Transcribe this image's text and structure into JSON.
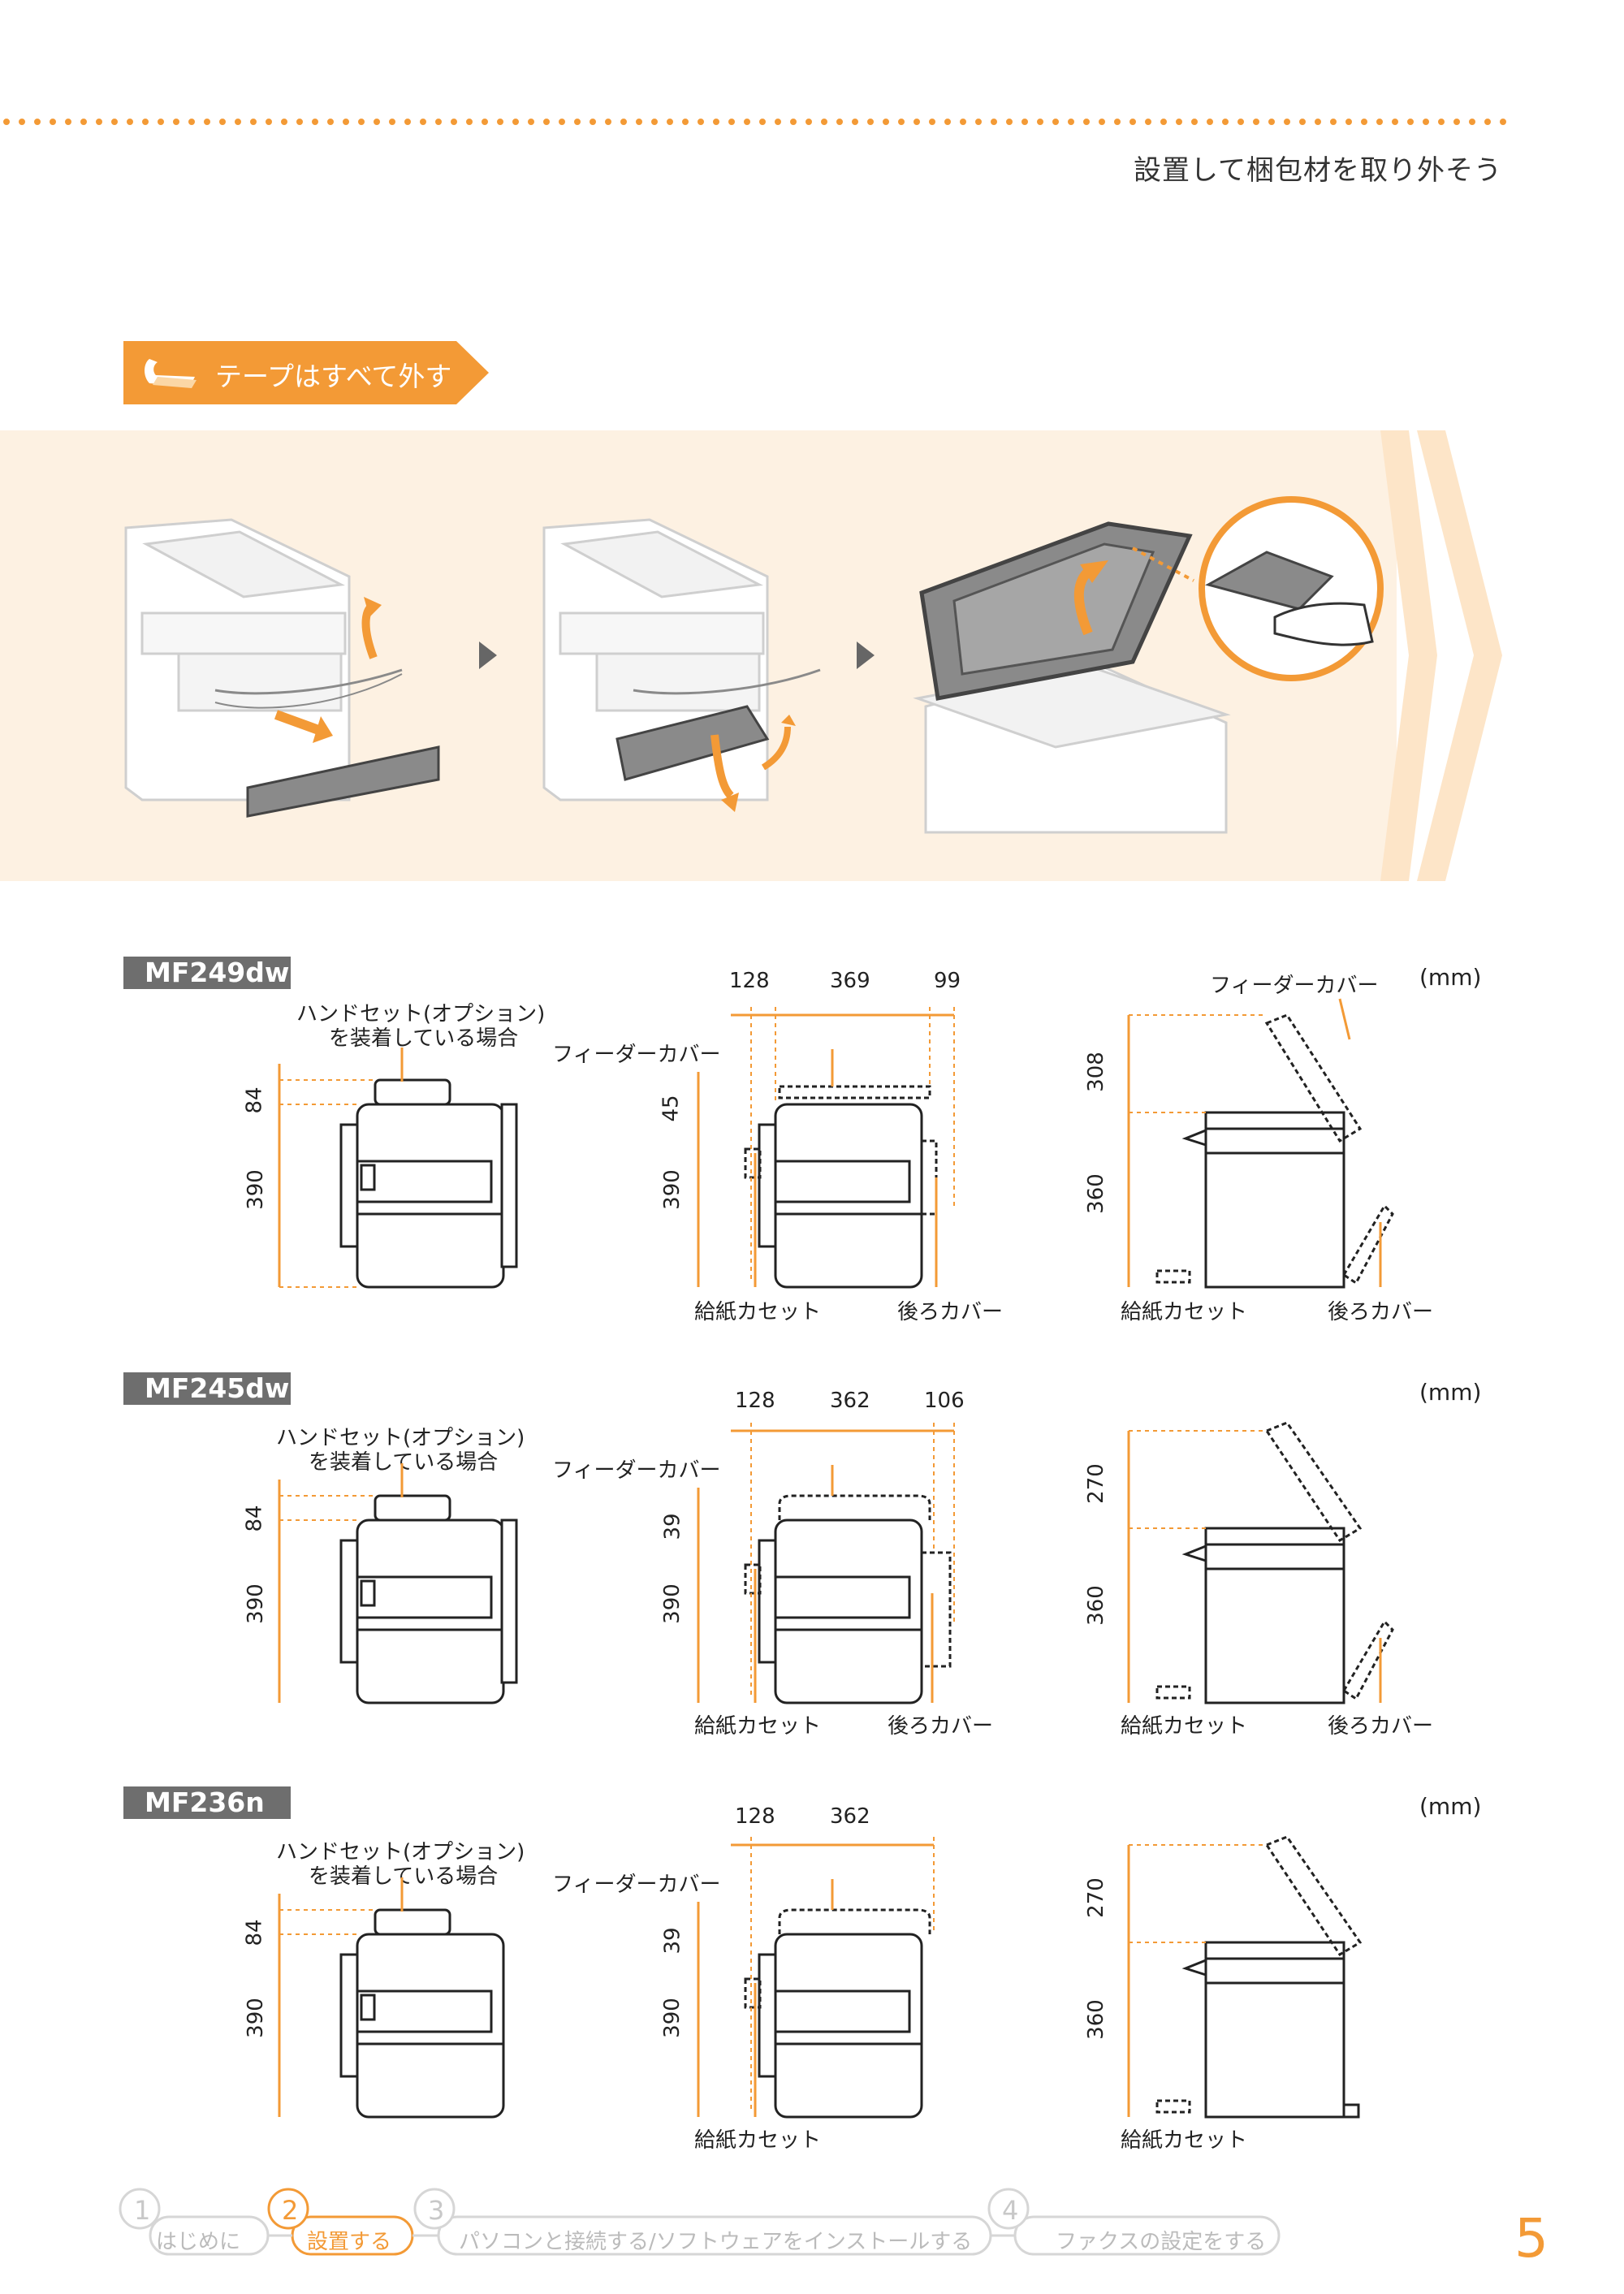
{
  "header": {
    "title": "設置して梱包材を取り外そう"
  },
  "tape_section": {
    "label": "テープはすべて外す"
  },
  "units": "(mm)",
  "models": [
    {
      "name": "MF249dw",
      "handset_label_1": "ハンドセット(オプション)",
      "handset_label_2": "を装着している場合",
      "front": {
        "top": "84",
        "body": "390"
      },
      "top_view": {
        "w1": "128",
        "w2": "369",
        "w3": "99",
        "feeder": "45",
        "body": "390",
        "feeder_cover": "フィーダーカバー",
        "cassette": "給紙カセット",
        "rear_cover": "後ろカバー"
      },
      "side": {
        "top": "308",
        "body": "360",
        "feeder_cover": "フィーダーカバー",
        "cassette": "給紙カセット",
        "rear_cover": "後ろカバー"
      }
    },
    {
      "name": "MF245dw",
      "handset_label_1": "ハンドセット(オプション)",
      "handset_label_2": "を装着している場合",
      "front": {
        "top": "84",
        "body": "390"
      },
      "top_view": {
        "w1": "128",
        "w2": "362",
        "w3": "106",
        "feeder": "39",
        "body": "390",
        "feeder_cover": "フィーダーカバー",
        "cassette": "給紙カセット",
        "rear_cover": "後ろカバー"
      },
      "side": {
        "top": "270",
        "body": "360",
        "cassette": "給紙カセット",
        "rear_cover": "後ろカバー"
      }
    },
    {
      "name": "MF236n",
      "handset_label_1": "ハンドセット(オプション)",
      "handset_label_2": "を装着している場合",
      "front": {
        "top": "84",
        "body": "390"
      },
      "top_view": {
        "w1": "128",
        "w2": "362",
        "feeder": "39",
        "body": "390",
        "feeder_cover": "フィーダーカバー",
        "cassette": "給紙カセット"
      },
      "side": {
        "top": "270",
        "body": "360",
        "cassette": "給紙カセット"
      }
    }
  ],
  "footer": {
    "steps": [
      {
        "num": "1",
        "label": "はじめに"
      },
      {
        "num": "2",
        "label": "設置する"
      },
      {
        "num": "3",
        "label": "パソコンと接続する/ソフトウェアをインストールする"
      },
      {
        "num": "4",
        "label": "ファクスの設定をする"
      }
    ],
    "page_number": "5"
  },
  "colors": {
    "accent": "#f39a36",
    "band": "#fdf1e2",
    "badge": "#6e6e6e"
  }
}
